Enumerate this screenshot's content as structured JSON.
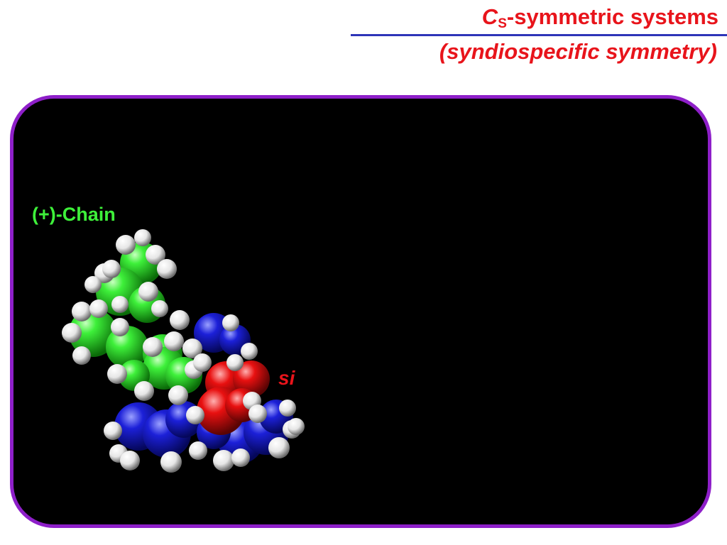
{
  "title": {
    "symbol": "C",
    "subscript": "S",
    "line1_rest": "-symmetric systems",
    "line2": "(syndiospecific symmetry)"
  },
  "panel": {
    "chain_label": "(+)-Chain",
    "site_label": "si"
  },
  "colors": {
    "title": "#e8141b",
    "rule": "#2d35b8",
    "panel_border": "#8e1fc9",
    "panel_background": "#000000",
    "chain_label": "#3ef03a",
    "site_label": "#e8141b",
    "atom_carbon_chain": "#22e01e",
    "atom_ligand": "#1c20d8",
    "atom_oxygen_metal": "#e81010",
    "atom_hydrogen": "#f2f2f2"
  },
  "molecule": {
    "name": "space-filling-molecular-model",
    "atom_groups": [
      "chain-atoms",
      "ligand-atoms",
      "metal-center-atoms",
      "hydrogen-atoms"
    ]
  }
}
